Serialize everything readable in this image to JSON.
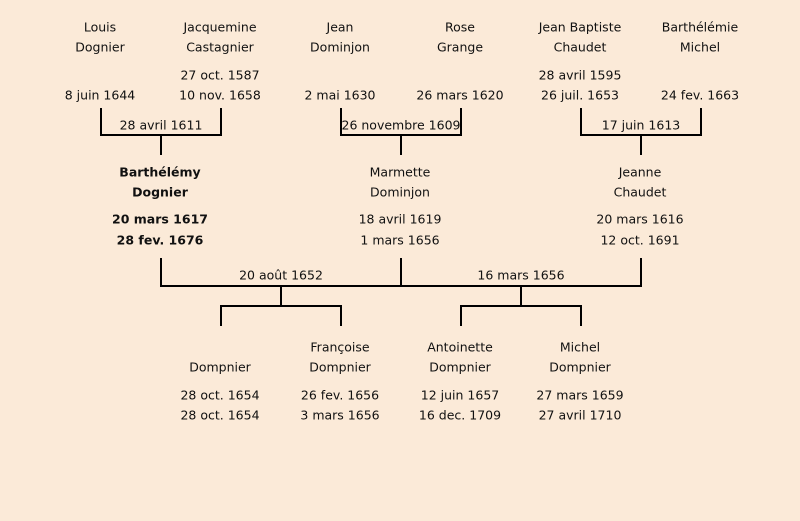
{
  "grandparents": [
    {
      "first": "Louis",
      "last": "Dognier",
      "birth": "",
      "death": "8 juin 1644"
    },
    {
      "first": "Jacquemine",
      "last": "Castagnier",
      "birth": "27 oct. 1587",
      "death": "10 nov. 1658"
    },
    {
      "first": "Jean",
      "last": "Dominjon",
      "birth": "",
      "death": "2 mai 1630"
    },
    {
      "first": "Rose",
      "last": "Grange",
      "birth": "",
      "death": "26 mars 1620"
    },
    {
      "first": "Jean Baptiste",
      "last": "Chaudet",
      "birth": "28 avril 1595",
      "death": "26 juil. 1653"
    },
    {
      "first": "Barthélémie",
      "last": "Michel",
      "birth": "",
      "death": "24 fev. 1663"
    }
  ],
  "grandparent_marriages": [
    "28 avril 1611",
    "26 novembre 1609",
    "17 juin 1613"
  ],
  "parents": [
    {
      "first": "Barthélémy",
      "last": "Dognier",
      "birth": "20 mars 1617",
      "death": "28 fev. 1676"
    },
    {
      "first": "Marmette",
      "last": "Dominjon",
      "birth": "18 avril 1619",
      "death": "1 mars 1656"
    },
    {
      "first": "Jeanne",
      "last": "Chaudet",
      "birth": "20 mars 1616",
      "death": "12 oct. 1691"
    }
  ],
  "parent_marriages": [
    "20 août 1652",
    "16 mars 1656"
  ],
  "children": [
    {
      "first": "",
      "last": "Dompnier",
      "birth": "28 oct. 1654",
      "death": "28 oct. 1654"
    },
    {
      "first": "Françoise",
      "last": "Dompnier",
      "birth": "26 fev. 1656",
      "death": "3 mars 1656"
    },
    {
      "first": "Antoinette",
      "last": "Dompnier",
      "birth": "12 juin 1657",
      "death": "16 dec. 1709"
    },
    {
      "first": "Michel",
      "last": "Dompnier",
      "birth": "27 mars 1659",
      "death": "27 avril 1710"
    }
  ]
}
